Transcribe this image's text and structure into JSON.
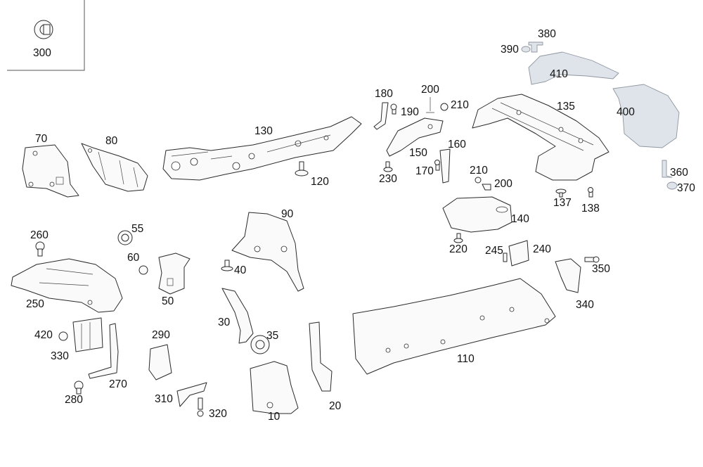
{
  "diagram": {
    "parts": [
      {
        "id": "p300",
        "label": "300",
        "icon": "clip-nut-icon"
      },
      {
        "id": "p70",
        "label": "70",
        "icon": "heat-shield-icon"
      },
      {
        "id": "p80",
        "label": "80",
        "icon": "heat-shield-icon"
      },
      {
        "id": "p130",
        "label": "130",
        "icon": "heat-shield-rail-icon"
      },
      {
        "id": "p120",
        "label": "120",
        "icon": "bolt-icon"
      },
      {
        "id": "p180",
        "label": "180",
        "icon": "bracket-icon"
      },
      {
        "id": "p190",
        "label": "190",
        "icon": "bolt-icon"
      },
      {
        "id": "p200a",
        "label": "200",
        "icon": "bracket-icon"
      },
      {
        "id": "p210a",
        "label": "210",
        "icon": "nut-icon"
      },
      {
        "id": "p150",
        "label": "150",
        "icon": "heat-shield-icon"
      },
      {
        "id": "p230",
        "label": "230",
        "icon": "bolt-icon"
      },
      {
        "id": "p160",
        "label": "160",
        "icon": "bracket-icon"
      },
      {
        "id": "p170",
        "label": "170",
        "icon": "bolt-icon"
      },
      {
        "id": "p135",
        "label": "135",
        "icon": "heat-shield-tunnel-icon"
      },
      {
        "id": "p380",
        "label": "380",
        "icon": "bracket-icon"
      },
      {
        "id": "p390",
        "label": "390",
        "icon": "nut-icon"
      },
      {
        "id": "p410",
        "label": "410",
        "icon": "heat-shield-icon"
      },
      {
        "id": "p400",
        "label": "400",
        "icon": "heat-shield-icon"
      },
      {
        "id": "p360",
        "label": "360",
        "icon": "bracket-icon"
      },
      {
        "id": "p370",
        "label": "370",
        "icon": "nut-icon"
      },
      {
        "id": "p210b",
        "label": "210",
        "icon": "nut-icon"
      },
      {
        "id": "p200b",
        "label": "200",
        "icon": "bracket-icon"
      },
      {
        "id": "p137",
        "label": "137",
        "icon": "clip-icon"
      },
      {
        "id": "p138",
        "label": "138",
        "icon": "bolt-icon"
      },
      {
        "id": "p140",
        "label": "140",
        "icon": "heat-shield-tray-icon"
      },
      {
        "id": "p220",
        "label": "220",
        "icon": "bolt-icon"
      },
      {
        "id": "p245",
        "label": "245",
        "icon": "bolt-icon"
      },
      {
        "id": "p240",
        "label": "240",
        "icon": "bracket-icon"
      },
      {
        "id": "p350",
        "label": "350",
        "icon": "bolt-icon"
      },
      {
        "id": "p340",
        "label": "340",
        "icon": "bracket-icon"
      },
      {
        "id": "p260",
        "label": "260",
        "icon": "bolt-icon"
      },
      {
        "id": "p250",
        "label": "250",
        "icon": "heat-shield-icon"
      },
      {
        "id": "p55",
        "label": "55",
        "icon": "grommet-icon"
      },
      {
        "id": "p60",
        "label": "60",
        "icon": "nut-icon"
      },
      {
        "id": "p50",
        "label": "50",
        "icon": "heat-shield-icon"
      },
      {
        "id": "p90",
        "label": "90",
        "icon": "heat-shield-icon"
      },
      {
        "id": "p40",
        "label": "40",
        "icon": "bolt-icon"
      },
      {
        "id": "p30",
        "label": "30",
        "icon": "heat-shield-strip-icon"
      },
      {
        "id": "p35",
        "label": "35",
        "icon": "grommet-icon"
      },
      {
        "id": "p110",
        "label": "110",
        "icon": "heat-shield-panel-icon"
      },
      {
        "id": "p420",
        "label": "420",
        "icon": "nut-icon"
      },
      {
        "id": "p330",
        "label": "330",
        "icon": "bracket-icon"
      },
      {
        "id": "p270",
        "label": "270",
        "icon": "bracket-icon"
      },
      {
        "id": "p280",
        "label": "280",
        "icon": "bolt-icon"
      },
      {
        "id": "p290",
        "label": "290",
        "icon": "heat-shield-icon"
      },
      {
        "id": "p310",
        "label": "310",
        "icon": "bracket-icon"
      },
      {
        "id": "p320",
        "label": "320",
        "icon": "bolt-icon"
      },
      {
        "id": "p10",
        "label": "10",
        "icon": "heat-shield-icon"
      },
      {
        "id": "p20",
        "label": "20",
        "icon": "bracket-icon"
      }
    ]
  }
}
